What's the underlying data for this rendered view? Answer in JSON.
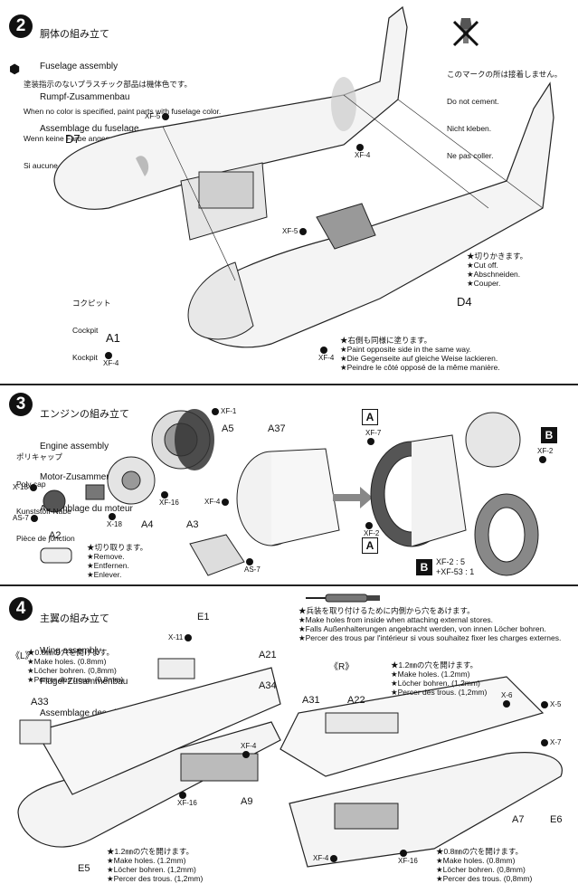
{
  "step2": {
    "number": "2",
    "title_jp": "胴体の組み立て",
    "title_en": "Fuselage assembly",
    "title_de": "Rumpf-Zusammenbau",
    "title_fr": "Assemblage du fuselage",
    "notice_jp": "塗装指示のないプラスチック部品は機体色です。",
    "notice_en": "When no color is specified, paint parts with fuselage color.",
    "notice_de": "Wenn keine Farbe angegeben ist, das Teil in Rumpffarbe lackieren.",
    "notice_fr": "Si aucune teinte n'est spécifiée, peindre dans la couleur du fuselage.",
    "no_cement_jp": "このマークの所は接着しません。",
    "no_cement_en": "Do not cement.",
    "no_cement_de": "Nicht kleben.",
    "no_cement_fr": "Ne pas coller.",
    "cockpit_jp": "コクピット",
    "cockpit_en": "Cockpit",
    "cockpit_de": "Kockpit",
    "cut_off": [
      "★切りかきます。",
      "★Cut off.",
      "★Abschneiden.",
      "★Couper."
    ],
    "paint_opposite": [
      "★右側も同様に塗ります。",
      "★Paint opposite side in the same way.",
      "★Die Gegenseite auf gleiche Weise lackieren.",
      "★Peindre le côté opposé de la même manière."
    ],
    "labels": {
      "d7": "D7",
      "d4": "D4",
      "a1": "A1"
    },
    "paints": {
      "xf5_top": "XF-5",
      "xf4_top": "XF-4",
      "xf5_mid": "XF-5",
      "xf4_a1": "XF-4",
      "xf4_bottom": "XF-4"
    }
  },
  "step3": {
    "number": "3",
    "title_jp": "エンジンの組み立て",
    "title_en": "Engine assembly",
    "title_de": "Motor-Zusammenbau",
    "title_fr": "Assemblage du moteur",
    "polycap_jp": "ポリキャップ",
    "polycap_en": "Poly cap",
    "polycap_de": "Kunststoff-Nabe",
    "polycap_fr": "Pièce de jonction",
    "remove": [
      "★切り取ります。",
      "★Remove.",
      "★Entfernen.",
      "★Enlever."
    ],
    "labels": {
      "a5": "A5",
      "a37": "A37",
      "a4": "A4",
      "a2": "A2",
      "a3": "A3"
    },
    "paints": {
      "xf1": "XF-1",
      "x18_left": "X-18",
      "xf16": "XF-16",
      "x18_bottom": "X-18",
      "as7_left": "AS-7",
      "xf4": "XF-4",
      "as7_bottom": "AS-7",
      "xf7": "XF-7",
      "xf2_top": "XF-2",
      "xf2_mid": "XF-2"
    },
    "box_a": "A",
    "box_b": "B",
    "mix_line1": "XF-2 : 5",
    "mix_line2": "+XF-53 : 1"
  },
  "step4": {
    "number": "4",
    "title_jp": "主翼の組み立て",
    "title_en": "Wing assembly",
    "title_de": "Flügel-Zusammenbau",
    "title_fr": "Assemblage des ailes",
    "stores_note": [
      "★兵装を取り付けるために内側から穴をあけます。",
      "★Make holes from inside when attaching external stores.",
      "★Falls Außenhalterungen angebracht werden, von innen Löcher bohren.",
      "★Percer des trous par l'intérieur si vous souhaitez fixer les charges externes."
    ],
    "left_side": "《L》",
    "right_side": "《R》",
    "holes_08": [
      "★0.8㎜の穴を開けます。",
      "★Make holes. (0.8mm)",
      "★Löcher bohren. (0,8mm)",
      "★Percer des trous. (0,8mm)"
    ],
    "holes_12": [
      "★1.2㎜の穴を開けます。",
      "★Make holes. (1.2mm)",
      "★Löcher bohren. (1,2mm)",
      "★Percer des trous. (1,2mm)"
    ],
    "holes_12_bottom": [
      "★1.2㎜の穴を開けます。",
      "★Make holes. (1.2mm)",
      "★Löcher bohren. (1,2mm)",
      "★Percer des trous. (1,2mm)"
    ],
    "holes_08_bottom": [
      "★0.8㎜の穴を開けます。",
      "★Make holes. (0.8mm)",
      "★Löcher bohren. (0,8mm)",
      "★Percer des trous. (0,8mm)"
    ],
    "labels": {
      "e1": "E1",
      "a21": "A21",
      "a34": "A34",
      "a33": "A33",
      "a9": "A9",
      "e5": "E5",
      "a31": "A31",
      "a22": "A22",
      "a7": "A7",
      "e6": "E6"
    },
    "paints": {
      "x11": "X-11",
      "xf4_left": "XF-4",
      "xf16_left": "XF-16",
      "x6": "X-6",
      "x5": "X-5",
      "x7": "X-7",
      "xf4_right": "XF-4",
      "xf16_right": "XF-16"
    }
  }
}
